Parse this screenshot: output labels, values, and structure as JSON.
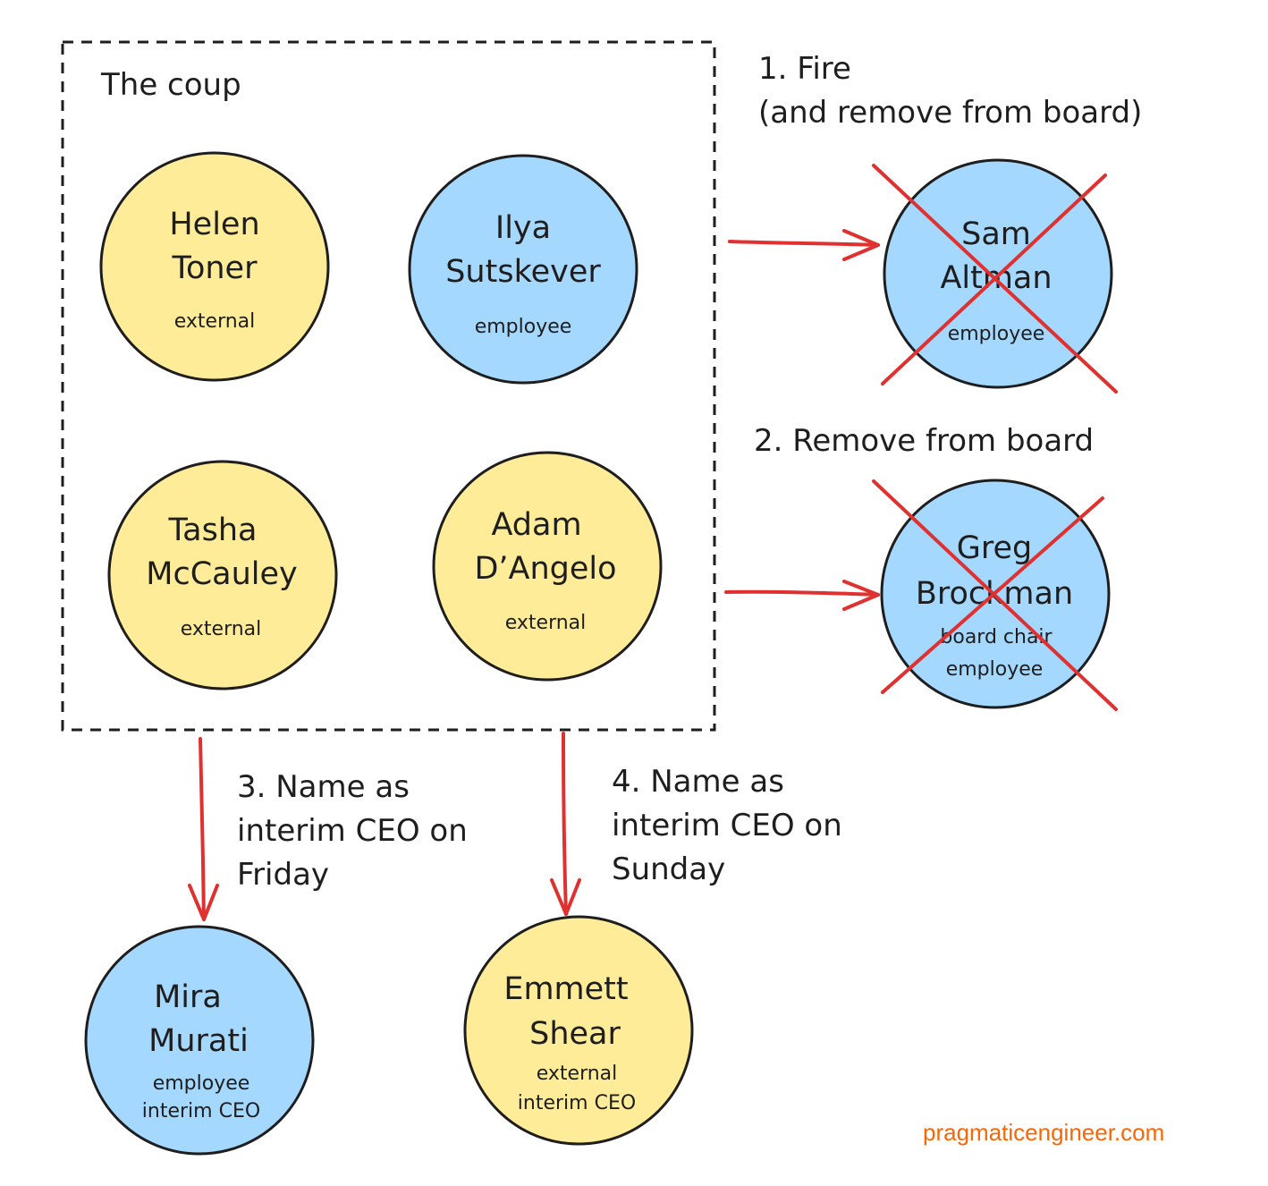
{
  "group": {
    "title": "The coup"
  },
  "people": {
    "helen": {
      "name": [
        "Helen",
        "Toner"
      ],
      "role": [
        "external"
      ]
    },
    "ilya": {
      "name": [
        "Ilya",
        "Sutskever"
      ],
      "role": [
        "employee"
      ]
    },
    "tasha": {
      "name": [
        "Tasha",
        "McCauley"
      ],
      "role": [
        "external"
      ]
    },
    "adam": {
      "name": [
        "Adam",
        "D’Angelo"
      ],
      "role": [
        "external"
      ]
    },
    "sam": {
      "name": [
        "Sam",
        "Altman"
      ],
      "role": [
        "employee"
      ]
    },
    "greg": {
      "name": [
        "Greg",
        "Brockman"
      ],
      "role": [
        "board chair",
        "employee"
      ]
    },
    "mira": {
      "name": [
        "Mira",
        "Murati"
      ],
      "role": [
        "employee",
        "interim CEO"
      ]
    },
    "emmett": {
      "name": [
        "Emmett",
        "Shear"
      ],
      "role": [
        "external",
        "interim CEO"
      ]
    }
  },
  "steps": {
    "fire": [
      "1. Fire",
      "(and remove from board)"
    ],
    "remove": [
      "2. Remove from board"
    ],
    "mira": [
      "3. Name as",
      "interim CEO on",
      "Friday"
    ],
    "emmett": [
      "4. Name as",
      "interim CEO on",
      "Sunday"
    ]
  },
  "colors": {
    "external": "#ffec99",
    "employee": "#a5d8ff",
    "arrow": "#e03131",
    "watermark": "#f76707"
  },
  "watermark": "pragmaticengineer.com"
}
